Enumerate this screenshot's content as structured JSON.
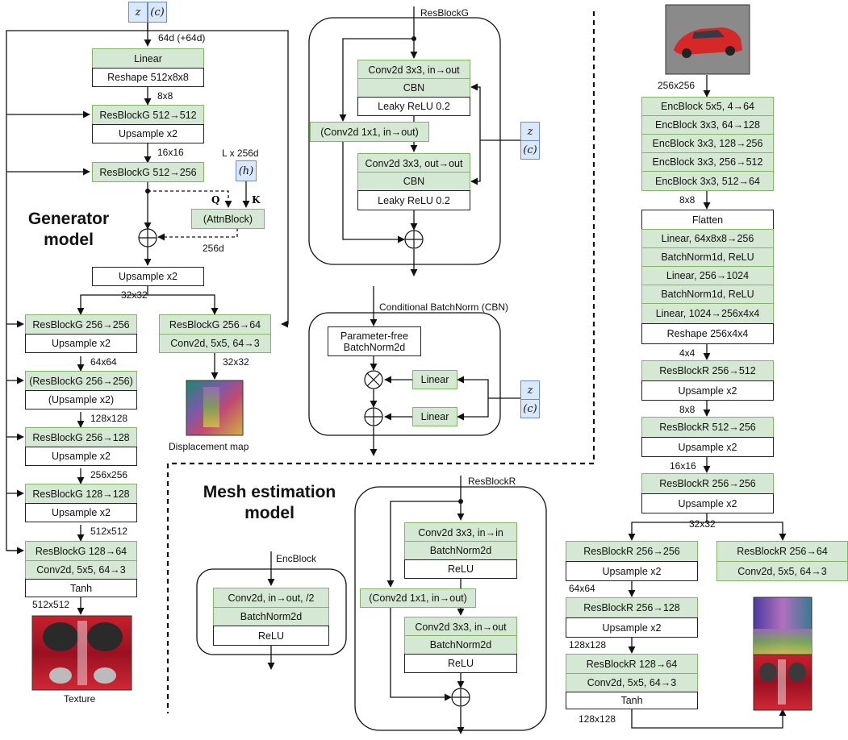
{
  "generator": {
    "input_z": "z",
    "input_c": "(c)",
    "dim_in": "64d (+64d)",
    "linear": "Linear",
    "reshape": "Reshape 512x8x8",
    "s8": "8x8",
    "rb1": "ResBlockG 512→512",
    "up1": "Upsample x2",
    "s16": "16x16",
    "rb2": "ResBlockG 512→256",
    "lx256": "L x 256d",
    "h": "(h)",
    "q": "Q",
    "k": "K",
    "attn": "(AttnBlock)",
    "d256": "256d",
    "title_line1": "Generator",
    "title_line2": "model",
    "up2": "Upsample x2",
    "s32": "32x32",
    "t_rb1": "ResBlockG 256→256",
    "t_up1": "Upsample x2",
    "t_s64": "64x64",
    "t_rb2": "(ResBlockG 256→256)",
    "t_up2": "(Upsample x2)",
    "t_s128": "128x128",
    "t_rb3": "ResBlockG 256→128",
    "t_up3": "Upsample x2",
    "t_s256": "256x256",
    "t_rb4": "ResBlockG 128→128",
    "t_up4": "Upsample x2",
    "t_s512": "512x512",
    "t_rb5": "ResBlockG 128→64",
    "t_conv": "Conv2d, 5x5, 64→3",
    "t_tanh": "Tanh",
    "t_out_size": "512x512",
    "texture": "Texture",
    "d_rb": "ResBlockG 256→64",
    "d_conv": "Conv2d, 5x5, 64→3",
    "d_size": "32x32",
    "displacement": "Displacement map"
  },
  "resblockg": {
    "title": "ResBlockG",
    "conv1": "Conv2d 3x3, in→out",
    "cbn1": "CBN",
    "lrelu1": "Leaky ReLU 0.2",
    "skip": "(Conv2d 1x1, in→out)",
    "conv2": "Conv2d 3x3, out→out",
    "cbn2": "CBN",
    "lrelu2": "Leaky ReLU 0.2",
    "z": "z",
    "c": "(c)"
  },
  "cbn": {
    "title": "Conditional BatchNorm (CBN)",
    "pf_line1": "Parameter-free",
    "pf_line2": "BatchNorm2d",
    "linear1": "Linear",
    "linear2": "Linear",
    "z": "z",
    "c": "(c)"
  },
  "mesh": {
    "title_line1": "Mesh estimation",
    "title_line2": "model"
  },
  "encblock": {
    "title": "EncBlock",
    "conv": "Conv2d, in→out, /2",
    "bn": "BatchNorm2d",
    "relu": "ReLU"
  },
  "resblockr": {
    "title": "ResBlockR",
    "conv1": "Conv2d 3x3, in→in",
    "bn1": "BatchNorm2d",
    "relu1": "ReLU",
    "skip": "(Conv2d 1x1, in→out)",
    "conv2": "Conv2d 3x3, in→out",
    "bn2": "BatchNorm2d",
    "relu2": "ReLU"
  },
  "encoder": {
    "in_size": "256x256",
    "e1": "EncBlock 5x5, 4→64",
    "e2": "EncBlock 3x3, 64→128",
    "e3": "EncBlock 3x3, 128→256",
    "e4": "EncBlock 3x3, 256→512",
    "e5": "EncBlock 3x3, 512→64",
    "s8": "8x8",
    "flatten": "Flatten",
    "l1": "Linear, 64x8x8→256",
    "bn1": "BatchNorm1d, ReLU",
    "l2": "Linear, 256→1024",
    "bn2": "BatchNorm1d, ReLU",
    "l3": "Linear, 1024→256x4x4",
    "reshape": "Reshape 256x4x4",
    "s4": "4x4",
    "r1": "ResBlockR 256→512",
    "u1": "Upsample x2",
    "s8b": "8x8",
    "r2": "ResBlockR 512→256",
    "u2": "Upsample x2",
    "s16": "16x16",
    "r3": "ResBlockR 256→256",
    "u3": "Upsample x2",
    "s32": "32x32",
    "a_r1": "ResBlockR 256→256",
    "a_u1": "Upsample x2",
    "a_s64": "64x64",
    "a_r2": "ResBlockR 256→128",
    "a_u2": "Upsample x2",
    "a_s128": "128x128",
    "a_r3": "ResBlockR 128→64",
    "a_conv": "Conv2d, 5x5, 64→3",
    "a_tanh": "Tanh",
    "a_out": "128x128",
    "b_r1": "ResBlockR 256→64",
    "b_conv": "Conv2d, 5x5, 64→3"
  }
}
